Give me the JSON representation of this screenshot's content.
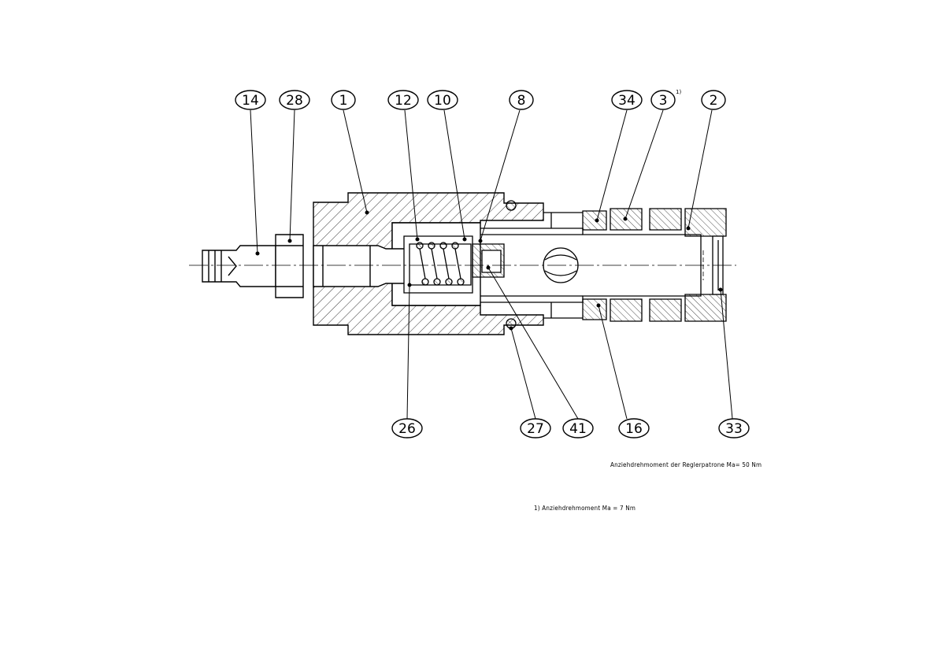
{
  "balloons": {
    "top": [
      "14",
      "28",
      "1",
      "12",
      "10",
      "8",
      "34",
      "3",
      "2"
    ],
    "bottom": [
      "26",
      "27",
      "41",
      "16",
      "33"
    ]
  },
  "footnote_marker": "1)",
  "notes": {
    "torque_cartridge": "Anziehdrehmoment der Reglerpatrone Ma= 50 Nm",
    "torque_footnote": "1) Anziehdrehmoment Ma = 7 Nm"
  },
  "colors": {
    "line": "#000000",
    "background": "#ffffff"
  }
}
